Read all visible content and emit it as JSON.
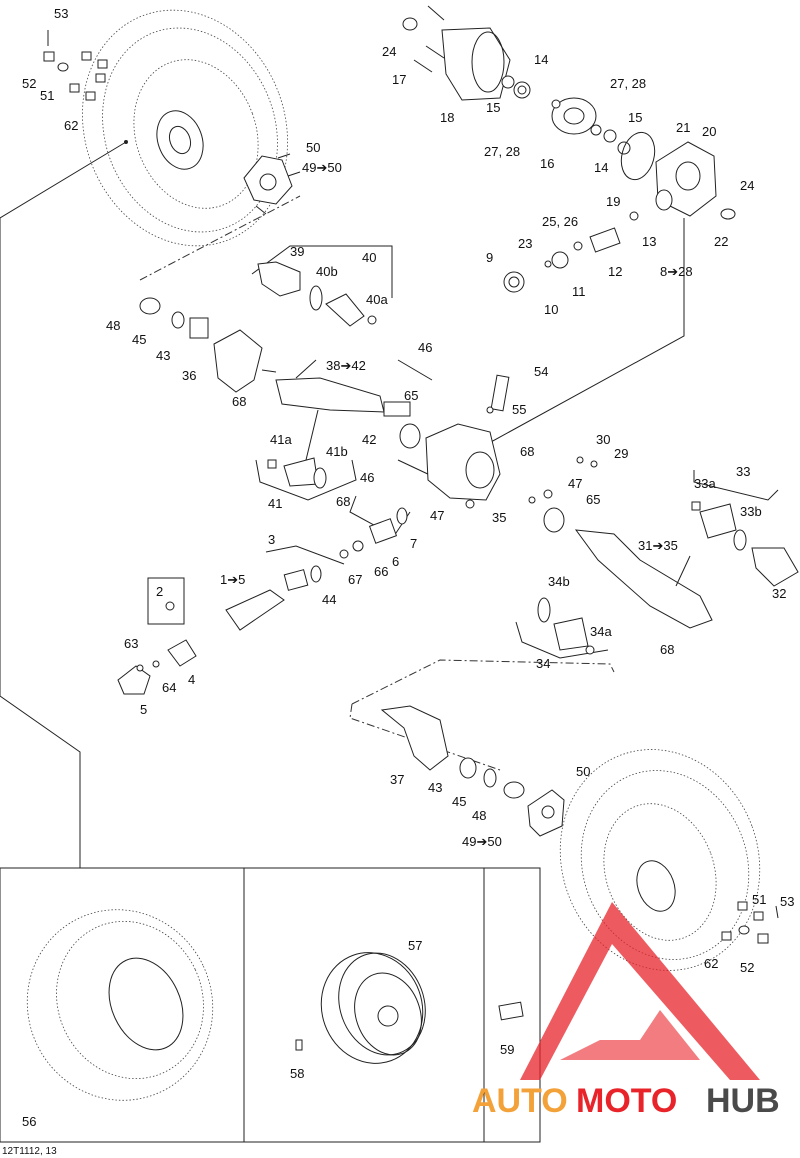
{
  "labels": {
    "l53a": "53",
    "l52a": "52",
    "l51a": "51",
    "l62a": "62",
    "l50a": "50",
    "l4950a": "49➔50",
    "l24a": "24",
    "l17": "17",
    "l18": "18",
    "l14a": "14",
    "l15a": "15",
    "l2728a": "27, 28",
    "l2728b": "27, 28",
    "l16": "16",
    "l15b": "15",
    "l14b": "14",
    "l21": "21",
    "l20": "20",
    "l19": "19",
    "l24b": "24",
    "l22": "22",
    "l2526": "25, 26",
    "l23": "23",
    "l13": "13",
    "l12": "12",
    "l11": "11",
    "l9": "9",
    "l10": "10",
    "l828": "8➔28",
    "l39": "39",
    "l40": "40",
    "l40b": "40b",
    "l40a": "40a",
    "l48a": "48",
    "l45a": "45",
    "l43a": "43",
    "l36": "36",
    "l3842": "38➔42",
    "l46a": "46",
    "l54": "54",
    "l55": "55",
    "l68a": "68",
    "l65a": "65",
    "l42": "42",
    "l68b": "68",
    "l41a": "41a",
    "l41b": "41b",
    "l41": "41",
    "l46b": "46",
    "l30": "30",
    "l29": "29",
    "l47a": "47",
    "l47b": "47",
    "l35": "35",
    "l65b": "65",
    "l68c": "68",
    "l6": "6",
    "l7": "7",
    "l66": "66",
    "l67": "67",
    "l3": "3",
    "l44": "44",
    "l15c": "1➔5",
    "l2": "2",
    "l63": "63",
    "l64": "64",
    "l4": "4",
    "l5": "5",
    "l33": "33",
    "l33a": "33a",
    "l33b": "33b",
    "l3135": "31➔35",
    "l32": "32",
    "l34b": "34b",
    "l34a": "34a",
    "l34": "34",
    "l68d": "68",
    "l37": "37",
    "l43b": "43",
    "l45b": "45",
    "l48b": "48",
    "l50b": "50",
    "l4950b": "49➔50",
    "l51b": "51",
    "l53b": "53",
    "l62b": "62",
    "l52b": "52",
    "l56": "56",
    "l57": "57",
    "l58": "58",
    "l59": "59"
  },
  "footer_code": "12T1112, 13",
  "watermark": {
    "part1": "AUTO",
    "part2": "MOTO",
    "part3": "HUB"
  },
  "colors": {
    "watermark_red": "#e8242a",
    "watermark_orange": "#f3a23a",
    "watermark_dark": "#4a4a4a"
  }
}
